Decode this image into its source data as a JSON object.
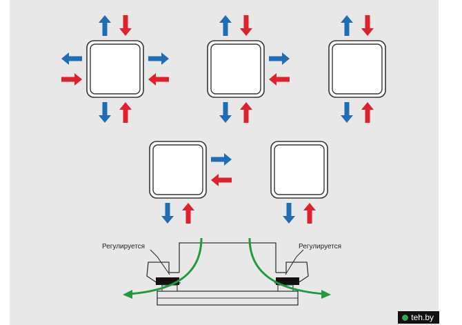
{
  "colors": {
    "outflow": "#1f6db5",
    "inflow": "#e0202c",
    "airflow": "#1e9b3a",
    "frame": "#333333",
    "background": "#e8e8e8"
  },
  "vents": [
    {
      "name": "vent-4way",
      "directions": [
        "top",
        "right",
        "bottom",
        "left"
      ]
    },
    {
      "name": "vent-3way",
      "directions": [
        "top",
        "right",
        "bottom"
      ]
    },
    {
      "name": "vent-2way-vertical",
      "directions": [
        "top",
        "bottom"
      ]
    },
    {
      "name": "vent-2way-corner",
      "directions": [
        "right",
        "bottom"
      ]
    },
    {
      "name": "vent-1way",
      "directions": [
        "bottom"
      ]
    }
  ],
  "section": {
    "label_left": "Регулируется",
    "label_right": "Регулируется"
  },
  "watermark": {
    "text": "teh.by",
    "icon": "logo-dot-icon"
  }
}
